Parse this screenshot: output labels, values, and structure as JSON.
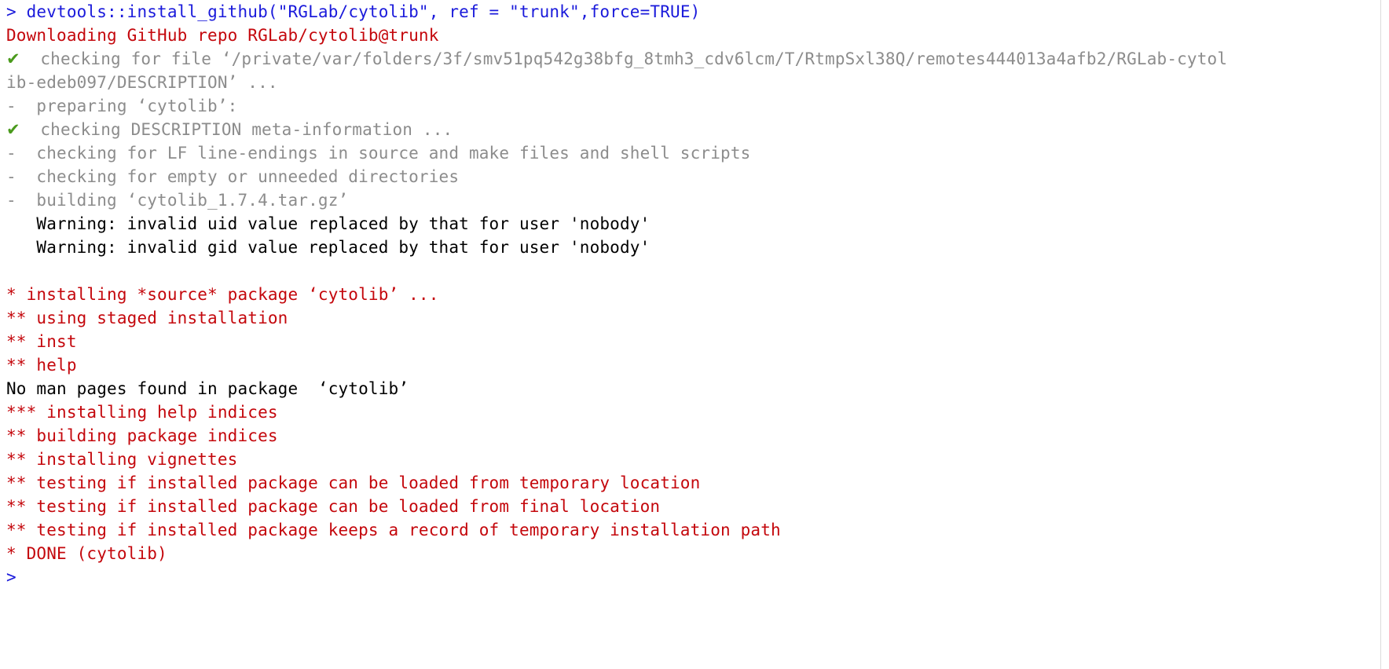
{
  "console": {
    "prompt": ">",
    "command": " devtools::install_github(\"RGLab/cytolib\", ref = \"trunk\",force=TRUE)",
    "lines": [
      {
        "type": "red",
        "text": "Downloading GitHub repo RGLab/cytolib@trunk"
      },
      {
        "type": "check",
        "mark": "✔",
        "text": "  checking for file ‘/private/var/folders/3f/smv51pq542g38bfg_8tmh3_cdv6lcm/T/RtmpSxl38Q/remotes444013a4afb2/RGLab-cytol"
      },
      {
        "type": "gray",
        "text": "ib-edeb097/DESCRIPTION’ ..."
      },
      {
        "type": "gray",
        "text": "-  preparing ‘cytolib’:"
      },
      {
        "type": "check",
        "mark": "✔",
        "text": "  checking DESCRIPTION meta-information ..."
      },
      {
        "type": "gray",
        "text": "-  checking for LF line-endings in source and make files and shell scripts"
      },
      {
        "type": "gray",
        "text": "-  checking for empty or unneeded directories"
      },
      {
        "type": "gray",
        "text": "-  building ‘cytolib_1.7.4.tar.gz’"
      },
      {
        "type": "black",
        "text": "   Warning: invalid uid value replaced by that for user 'nobody'"
      },
      {
        "type": "black",
        "text": "   Warning: invalid gid value replaced by that for user 'nobody'"
      },
      {
        "type": "black",
        "text": ""
      },
      {
        "type": "red",
        "text": "* installing *source* package ‘cytolib’ ..."
      },
      {
        "type": "red",
        "text": "** using staged installation"
      },
      {
        "type": "red",
        "text": "** inst"
      },
      {
        "type": "red",
        "text": "** help"
      },
      {
        "type": "black",
        "text": "No man pages found in package  ‘cytolib’"
      },
      {
        "type": "red",
        "text": "*** installing help indices"
      },
      {
        "type": "red",
        "text": "** building package indices"
      },
      {
        "type": "red",
        "text": "** installing vignettes"
      },
      {
        "type": "red",
        "text": "** testing if installed package can be loaded from temporary location"
      },
      {
        "type": "red",
        "text": "** testing if installed package can be loaded from final location"
      },
      {
        "type": "red",
        "text": "** testing if installed package keeps a record of temporary installation path"
      },
      {
        "type": "red",
        "text": "* DONE (cytolib)"
      }
    ],
    "final_prompt": ">"
  },
  "colors": {
    "command": "#1a1adb",
    "message": "#c4070c",
    "progress": "#8c8c8c",
    "check": "#4a9a1c",
    "output": "#000000"
  }
}
